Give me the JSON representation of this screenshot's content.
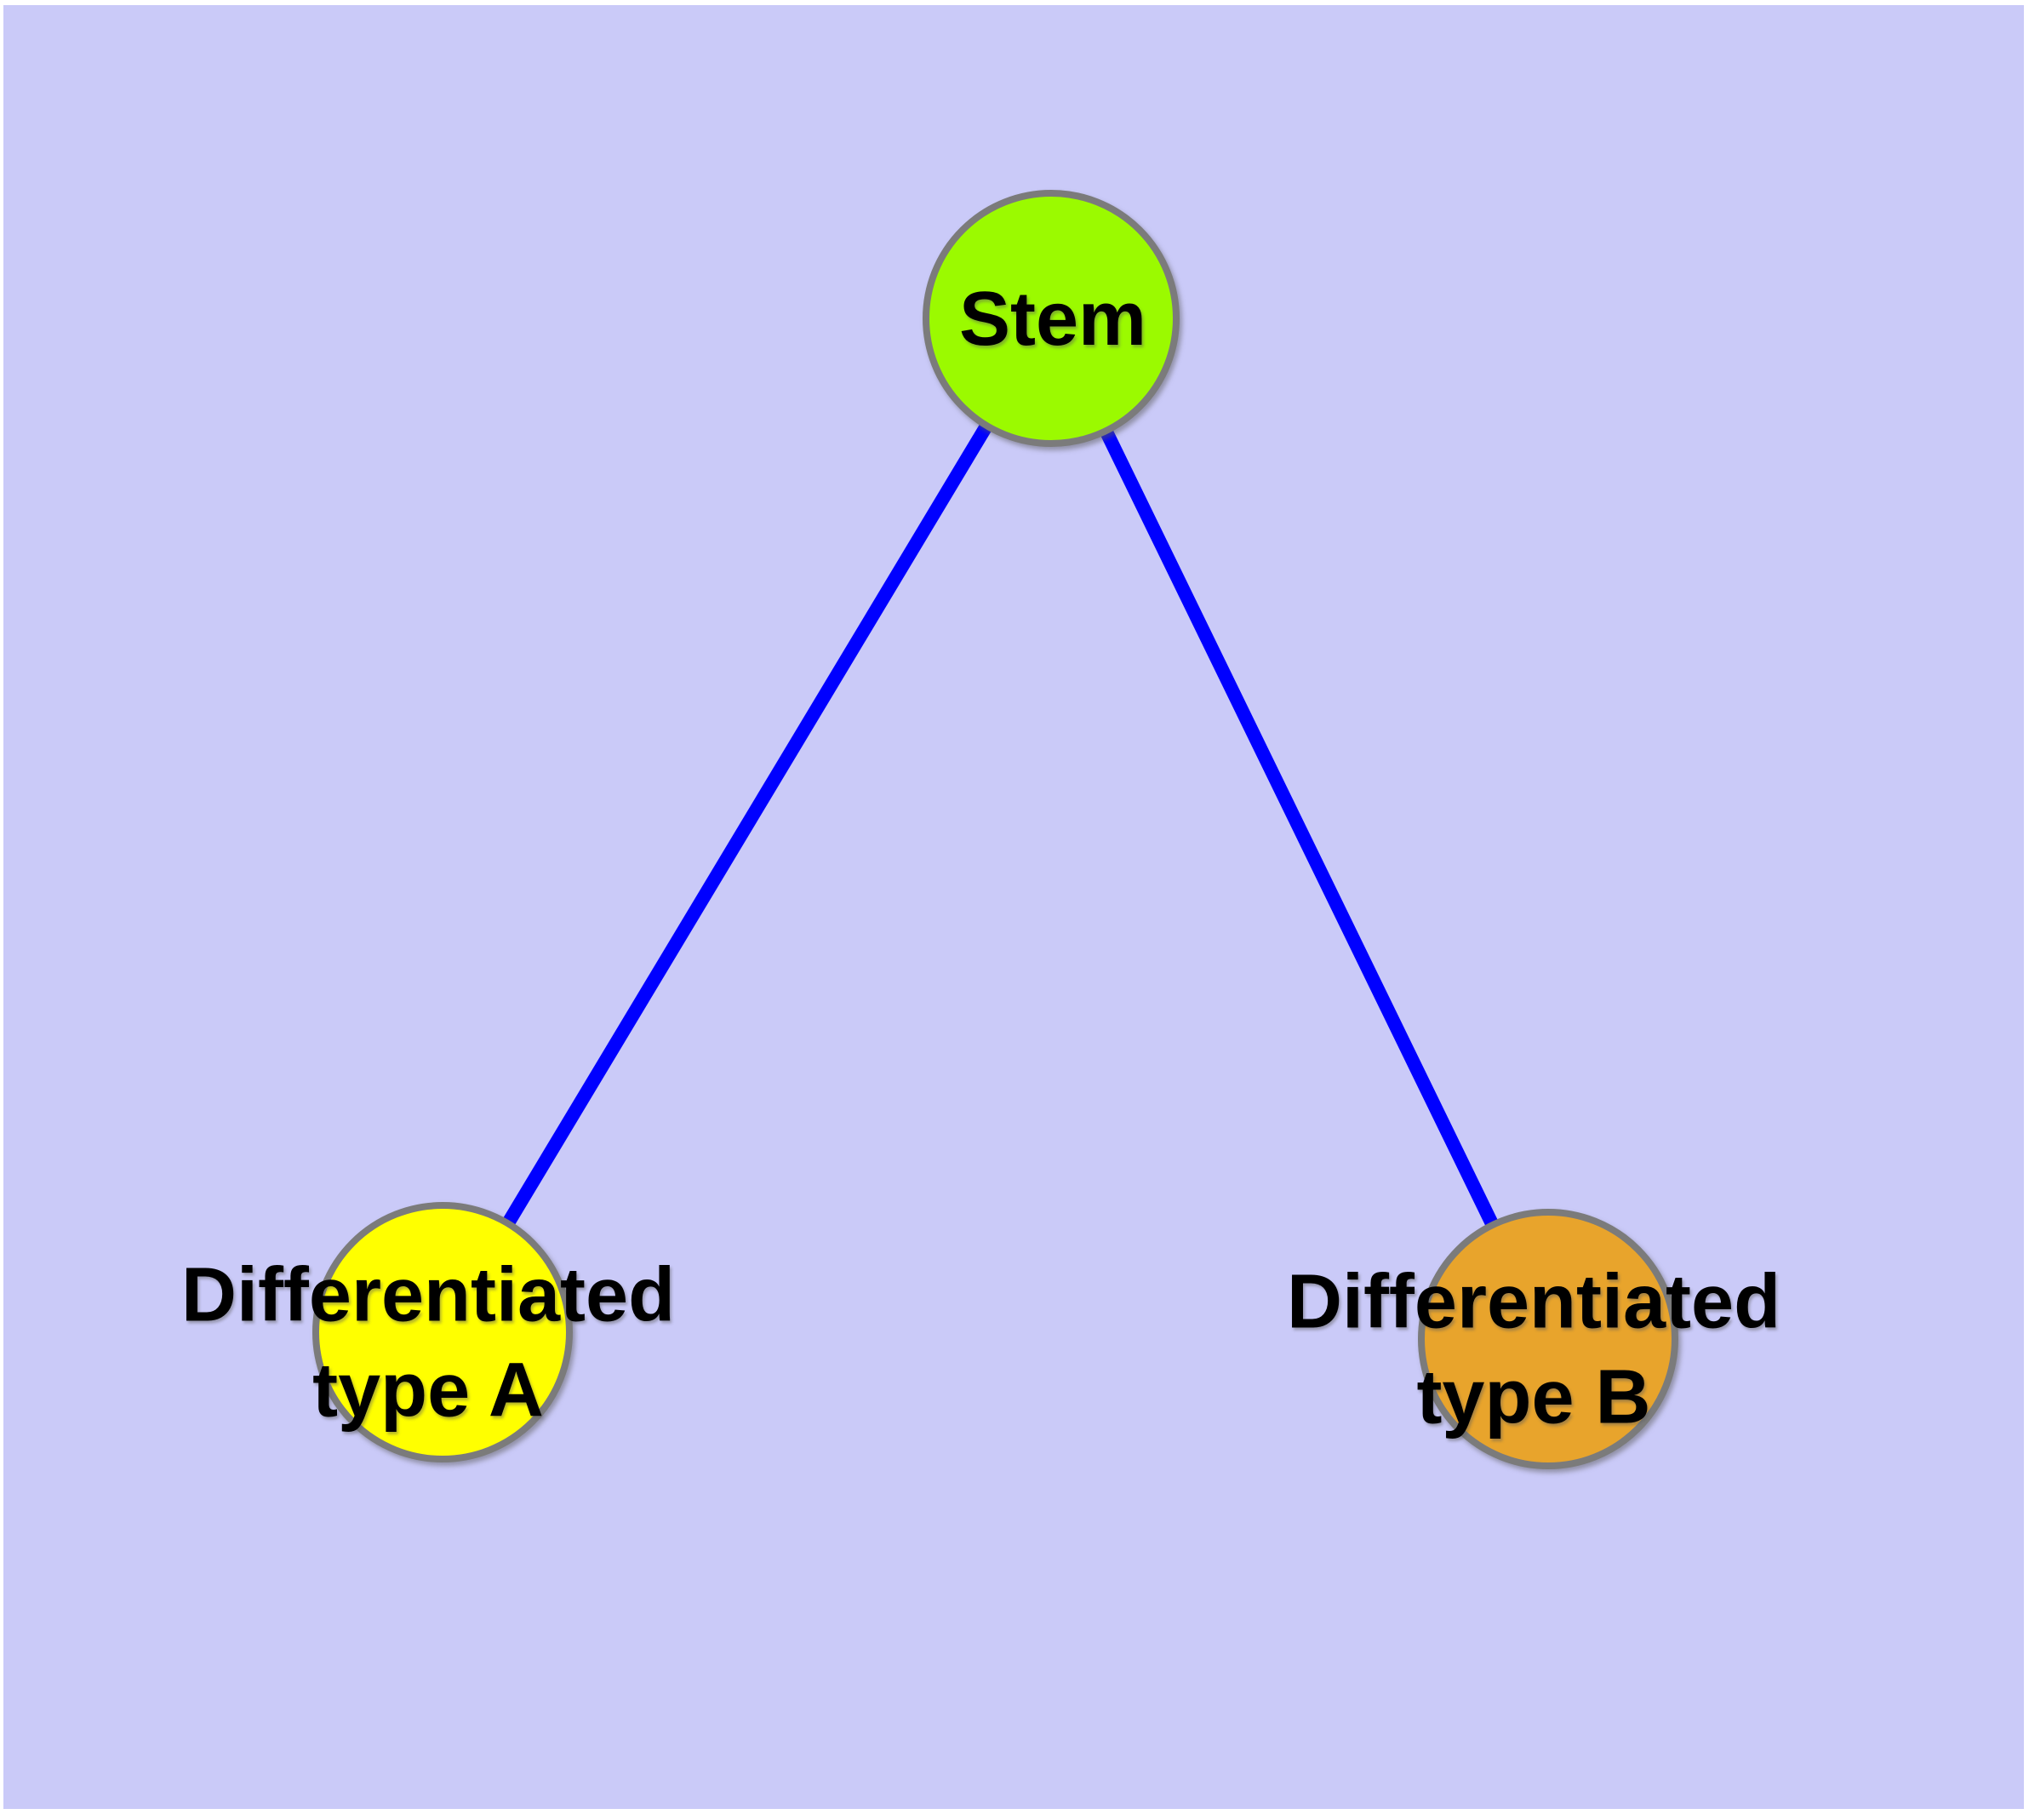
{
  "diagram": {
    "type": "graph",
    "background_color": "#CACAF8",
    "page_color": "#FFFFFF",
    "edge_color": "#0000FF",
    "node_border_color": "#7B7B7B",
    "label_color": "#000000",
    "nodes": [
      {
        "id": "stem",
        "label": "Stem",
        "color": "#9BFA00"
      },
      {
        "id": "differentiated-type-a",
        "label": "Differentiated\ntype A",
        "color": "#FFFF00"
      },
      {
        "id": "differentiated-type-b",
        "label": "Differentiated\ntype B",
        "color": "#E8A42C"
      }
    ],
    "edges": [
      {
        "from": "stem",
        "to": "differentiated-type-a"
      },
      {
        "from": "stem",
        "to": "differentiated-type-b"
      }
    ]
  }
}
